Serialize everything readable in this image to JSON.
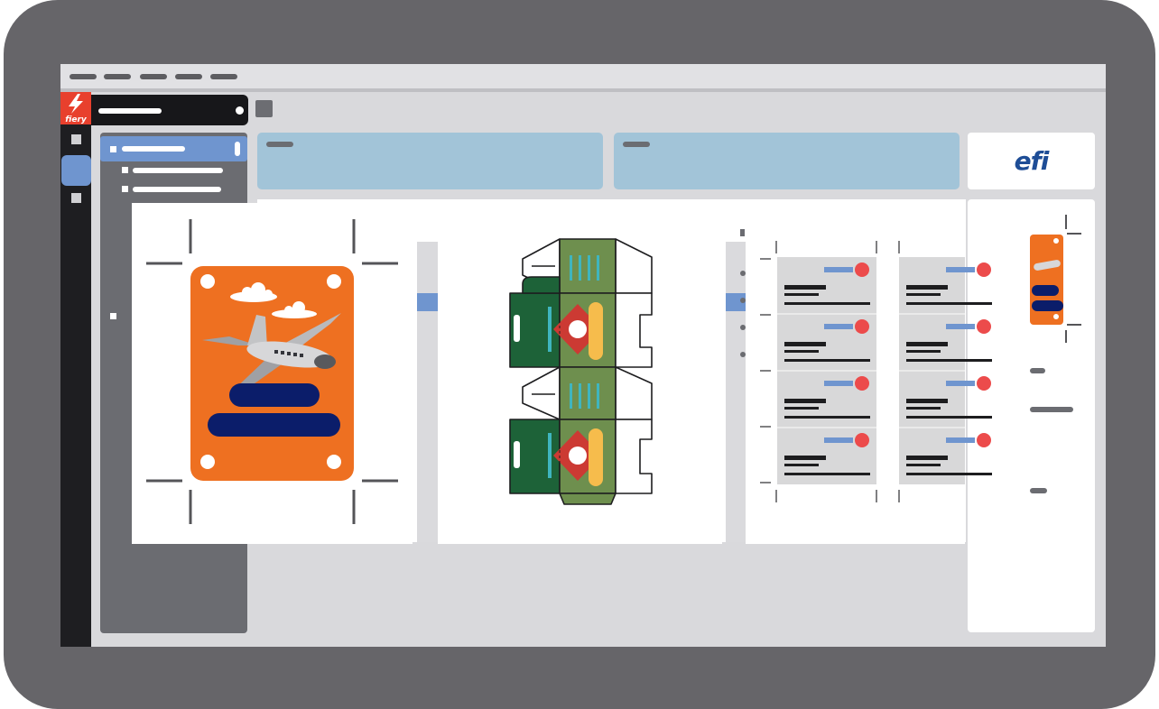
{
  "app": {
    "logo_text": "fiery",
    "brand_logo_text": "efi",
    "menu_placeholder_count": 5
  },
  "colors": {
    "bezel": "#666569",
    "screen": "#d9d9dc",
    "rail": "#1e1e21",
    "accent": "#6f95cf",
    "card": "#a2c4d8",
    "poster_orange": "#ee7021",
    "poster_navy": "#0b1d6a",
    "box_green": "#6e8f4e",
    "box_dark_green": "#1d6238",
    "box_yellow": "#f6bc4c",
    "box_red": "#cc3a33",
    "box_teal": "#3fb5bf",
    "card_red_dot": "#ec4b4b",
    "efi_blue": "#1e4d96",
    "fiery_red": "#e8402d"
  },
  "icons": {
    "logo": "fiery-lightning-icon",
    "poster_plane": "airplane-icon",
    "poster_clouds": "cloud-icon",
    "cards_dot": "red-dot-icon"
  },
  "jobs": [
    {
      "kind": "poster"
    },
    {
      "kind": "packaging-box"
    },
    {
      "kind": "business-cards"
    }
  ]
}
